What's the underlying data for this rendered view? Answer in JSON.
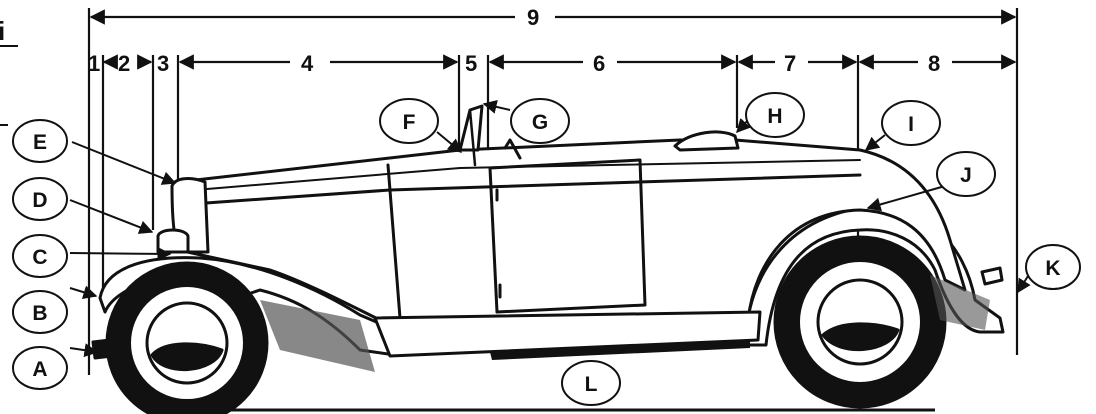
{
  "diagram": {
    "corner_glyph": "i",
    "dimensions": [
      {
        "id": "dim-1",
        "label": "1"
      },
      {
        "id": "dim-2",
        "label": "2"
      },
      {
        "id": "dim-3",
        "label": "3"
      },
      {
        "id": "dim-4",
        "label": "4"
      },
      {
        "id": "dim-5",
        "label": "5"
      },
      {
        "id": "dim-6",
        "label": "6"
      },
      {
        "id": "dim-7",
        "label": "7"
      },
      {
        "id": "dim-8",
        "label": "8"
      },
      {
        "id": "dim-9",
        "label": "9"
      }
    ],
    "callouts": [
      {
        "id": "A",
        "label": "A"
      },
      {
        "id": "B",
        "label": "B"
      },
      {
        "id": "C",
        "label": "C"
      },
      {
        "id": "D",
        "label": "D"
      },
      {
        "id": "E",
        "label": "E"
      },
      {
        "id": "F",
        "label": "F"
      },
      {
        "id": "G",
        "label": "G"
      },
      {
        "id": "H",
        "label": "H"
      },
      {
        "id": "I",
        "label": "I"
      },
      {
        "id": "J",
        "label": "J"
      },
      {
        "id": "K",
        "label": "K"
      },
      {
        "id": "L",
        "label": "L"
      }
    ],
    "colors": {
      "ink": "#111111",
      "paper": "#ffffff"
    }
  }
}
